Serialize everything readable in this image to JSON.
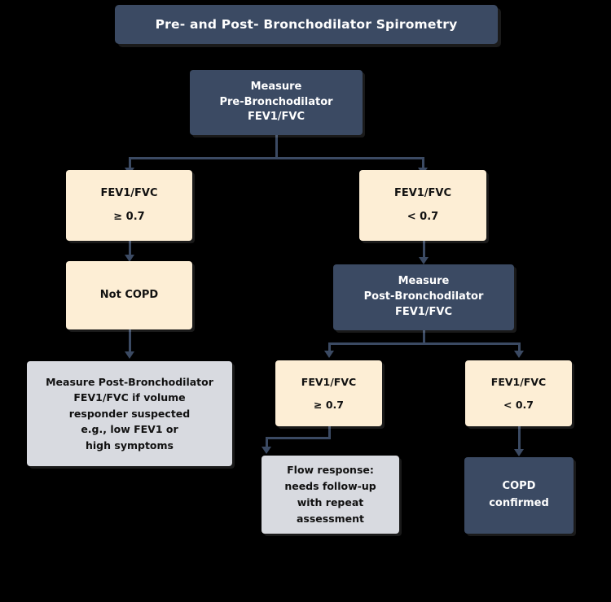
{
  "title": {
    "text": "Pre- and Post- Bronchodilator Spirometry"
  },
  "colors": {
    "background": "#000000",
    "node_dark": "#3b4a63",
    "node_cream": "#fdeed5",
    "node_gray": "#d8dae0",
    "text_light": "#ffffff",
    "text_dark": "#111111",
    "connector": "#3b4a63"
  },
  "nodes": {
    "measure_pre": {
      "type": "dark",
      "line1": "Measure",
      "line2": "Pre-Bronchodilator",
      "line3": "FEV1/FVC"
    },
    "ratio_ge_left": {
      "type": "cream",
      "line1": "FEV1/FVC",
      "line2": "≥ 0.7"
    },
    "ratio_lt_right": {
      "type": "cream",
      "line1": "FEV1/FVC",
      "line2": "< 0.7"
    },
    "not_copd": {
      "type": "cream",
      "line1": "Not COPD"
    },
    "measure_post": {
      "type": "dark",
      "line1": "Measure",
      "line2": "Post-Bronchodilator",
      "line3": "FEV1/FVC"
    },
    "volume_responder": {
      "type": "gray",
      "line1": "Measure Post-Bronchodilator",
      "line2": "FEV1/FVC if volume",
      "line3": "responder suspected",
      "line4": "e.g., low FEV1 or",
      "line5": "high symptoms"
    },
    "post_ratio_ge": {
      "type": "cream",
      "line1": "FEV1/FVC",
      "line2": "≥ 0.7"
    },
    "post_ratio_lt": {
      "type": "cream",
      "line1": "FEV1/FVC",
      "line2": "< 0.7"
    },
    "flow_response": {
      "type": "gray",
      "line1": "Flow response:",
      "line2": "needs follow-up",
      "line3": "with repeat",
      "line4": "assessment"
    },
    "copd_confirmed": {
      "type": "dark",
      "line1": "COPD",
      "line2": "confirmed"
    }
  },
  "footnote": {
    "line1": "",
    "line2": ""
  }
}
